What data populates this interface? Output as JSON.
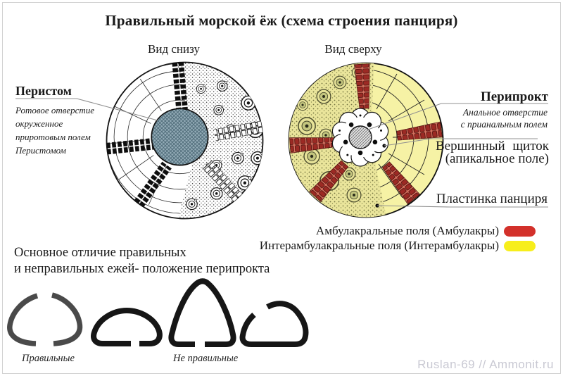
{
  "title": "Правильный морской ёж (схема строения панциря)",
  "views": {
    "bottom_caption": "Вид снизу",
    "top_caption": "Вид сверху"
  },
  "callouts": {
    "peristome": {
      "title": "Перистом",
      "desc1": "Ротовое отверстие",
      "desc2": "окруженное",
      "desc3": "приротовым полем",
      "desc4": "Перистомом"
    },
    "periproct": {
      "title": "Перипрокт",
      "desc1": "Анальное отверстие",
      "desc2": "с прианальным полем"
    },
    "apical_disc": {
      "line1": "Вершинный щиток",
      "line2": "(апикальное поле)"
    },
    "shell_plate": {
      "label": "Пластинка панциря"
    }
  },
  "legend": {
    "items": [
      {
        "label": "Амбулакральные поля (Амбулакры)",
        "color": "#d3312b"
      },
      {
        "label": "Интерамбулакральные поля (Интерамбулакры)",
        "color": "#f7ee1b"
      }
    ]
  },
  "note": {
    "line1": "Основное отличие правильных",
    "line2": "и неправильных ежей- положение перипрокта"
  },
  "profiles": {
    "regular_label": "Правильные",
    "irregular_label": "Не правильные"
  },
  "watermark": "Ruslan-69 // Ammonit.ru",
  "colors": {
    "ambulacra_legend": "#d3312b",
    "interambulacra_legend": "#f7ee1b",
    "shell_yellow": "#f6f2a5",
    "peristome_blue": "#93aab5",
    "band_brick_red": "#9c2a24"
  }
}
